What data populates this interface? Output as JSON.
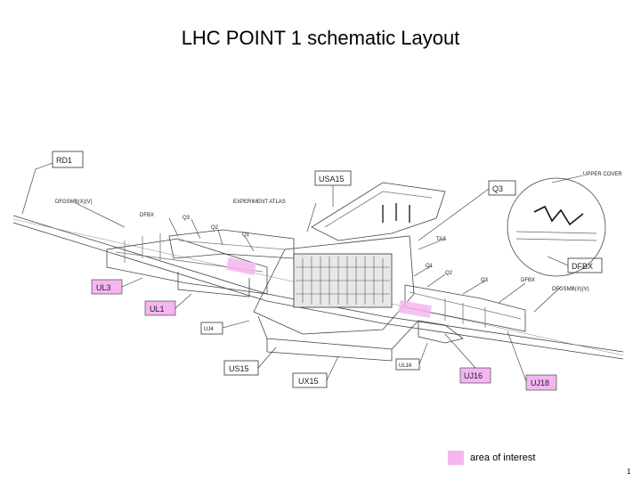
{
  "title": "LHC POINT 1 schematic Layout",
  "labels": {
    "rd1": "RD1",
    "dfgsmb": "DFGSMB(X)(V)",
    "dfbx_left": "DFBX",
    "q3_left": "Q3",
    "q2": "Q2",
    "q1": "Q1",
    "experiment": "EXPERIMENT ATLAS",
    "usa15": "USA15",
    "q3_right": "Q3",
    "uppercover": "UPPER COVER",
    "tas": "TAS",
    "q1_right": "Q1",
    "q2_right": "Q2",
    "q3_right2": "Q3",
    "dfbx_right": "DFBX",
    "dfgsmb_right": "DFGSMB(X)(V)",
    "dfbx_inset": "DFBX",
    "ul3": "UL3",
    "ul1": "UL1",
    "uj4": "UJ4",
    "us15": "US15",
    "ux15": "UX15",
    "uj16": "UJ16",
    "uj18": "UJ18",
    "ul16": "UL16"
  },
  "legend": {
    "text": "area of interest",
    "color": "#f4b6f0"
  },
  "highlight_color": "#f4b6f0",
  "page_number": "1"
}
